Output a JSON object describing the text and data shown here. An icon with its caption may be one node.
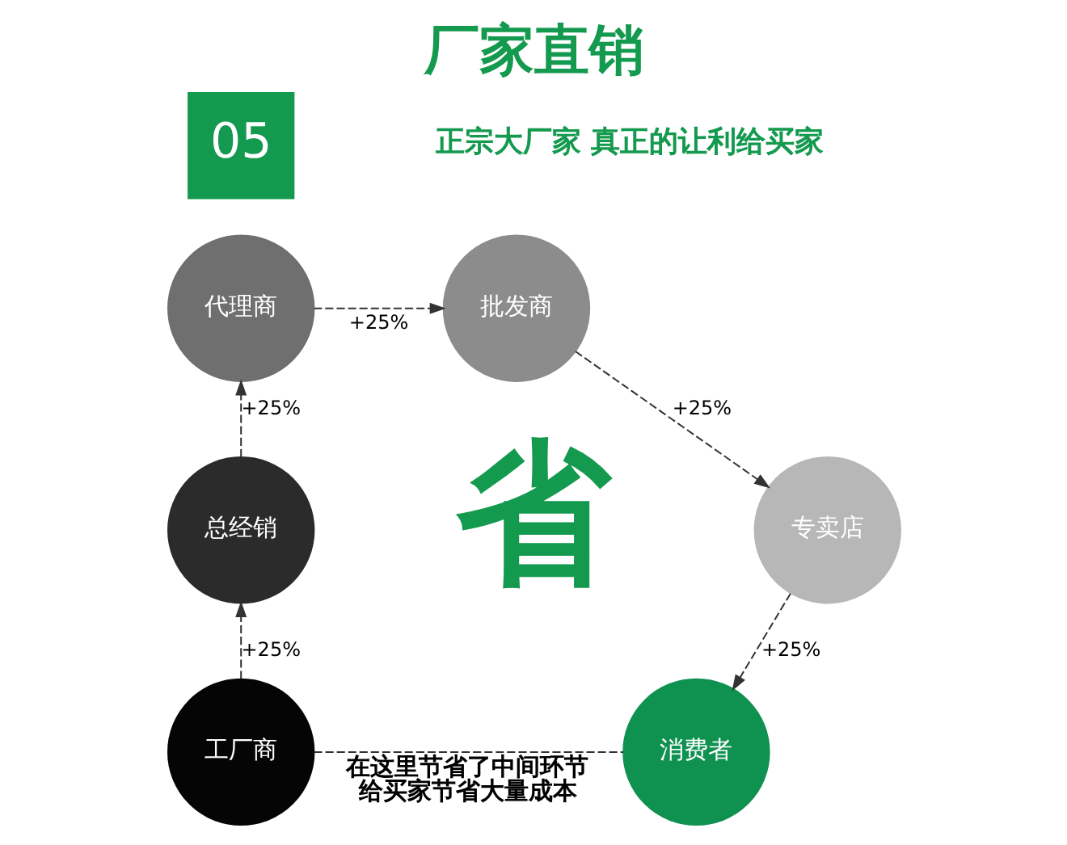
{
  "diagram": {
    "title": "厂家直销",
    "nodes": [
      {
        "text": [
          "05"
        ]
      },
      {
        "text": [
          "工厂商"
        ]
      },
      {
        "text": [
          "总经销"
        ]
      },
      {
        "text": [
          "代理商"
        ]
      },
      {
        "text": [
          "批发商"
        ]
      },
      {
        "text": [
          "专卖店"
        ]
      },
      {
        "text": [
          "消费者"
        ]
      }
    ],
    "edges": [
      {
        "from": 1,
        "to": 2,
        "arrow": "to",
        "style": "dashed",
        "label": "+25%"
      },
      {
        "from": 2,
        "to": 3,
        "arrow": "to",
        "style": "dashed",
        "label": "+25%"
      },
      {
        "from": 3,
        "to": 4,
        "arrow": "to",
        "style": "dashed",
        "label": "+25%"
      },
      {
        "from": 4,
        "to": 5,
        "arrow": "to",
        "style": "dashed",
        "label": "+25%"
      },
      {
        "from": 5,
        "to": 6,
        "arrow": "to",
        "style": "dashed",
        "label": "+25%"
      },
      {
        "from": 1,
        "to": 6,
        "arrow": "none",
        "style": "dashed",
        "label": "在这里节省了中间环节给买家节省大量成本"
      }
    ],
    "labels": [
      "正宗大厂家 真正的让利给买家",
      "省"
    ]
  }
}
